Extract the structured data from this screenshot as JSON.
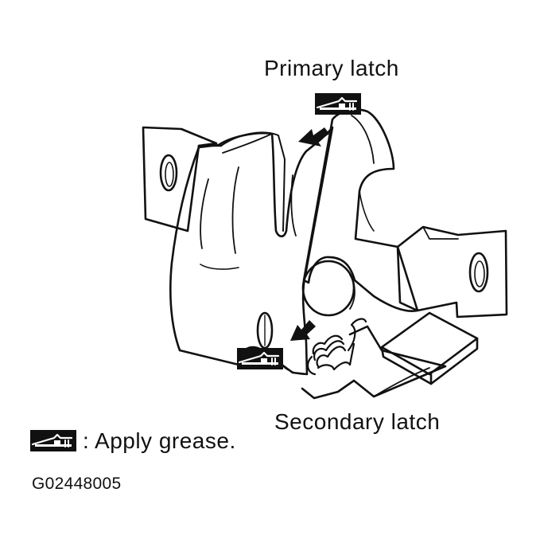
{
  "labels": {
    "primary_latch": "Primary latch",
    "secondary_latch": "Secondary latch"
  },
  "legend": {
    "text": ": Apply grease.",
    "symbol_icon": "grease-symbol-icon"
  },
  "figure_id": "G02448005",
  "colors": {
    "ink": "#111111",
    "paper": "#ffffff"
  }
}
